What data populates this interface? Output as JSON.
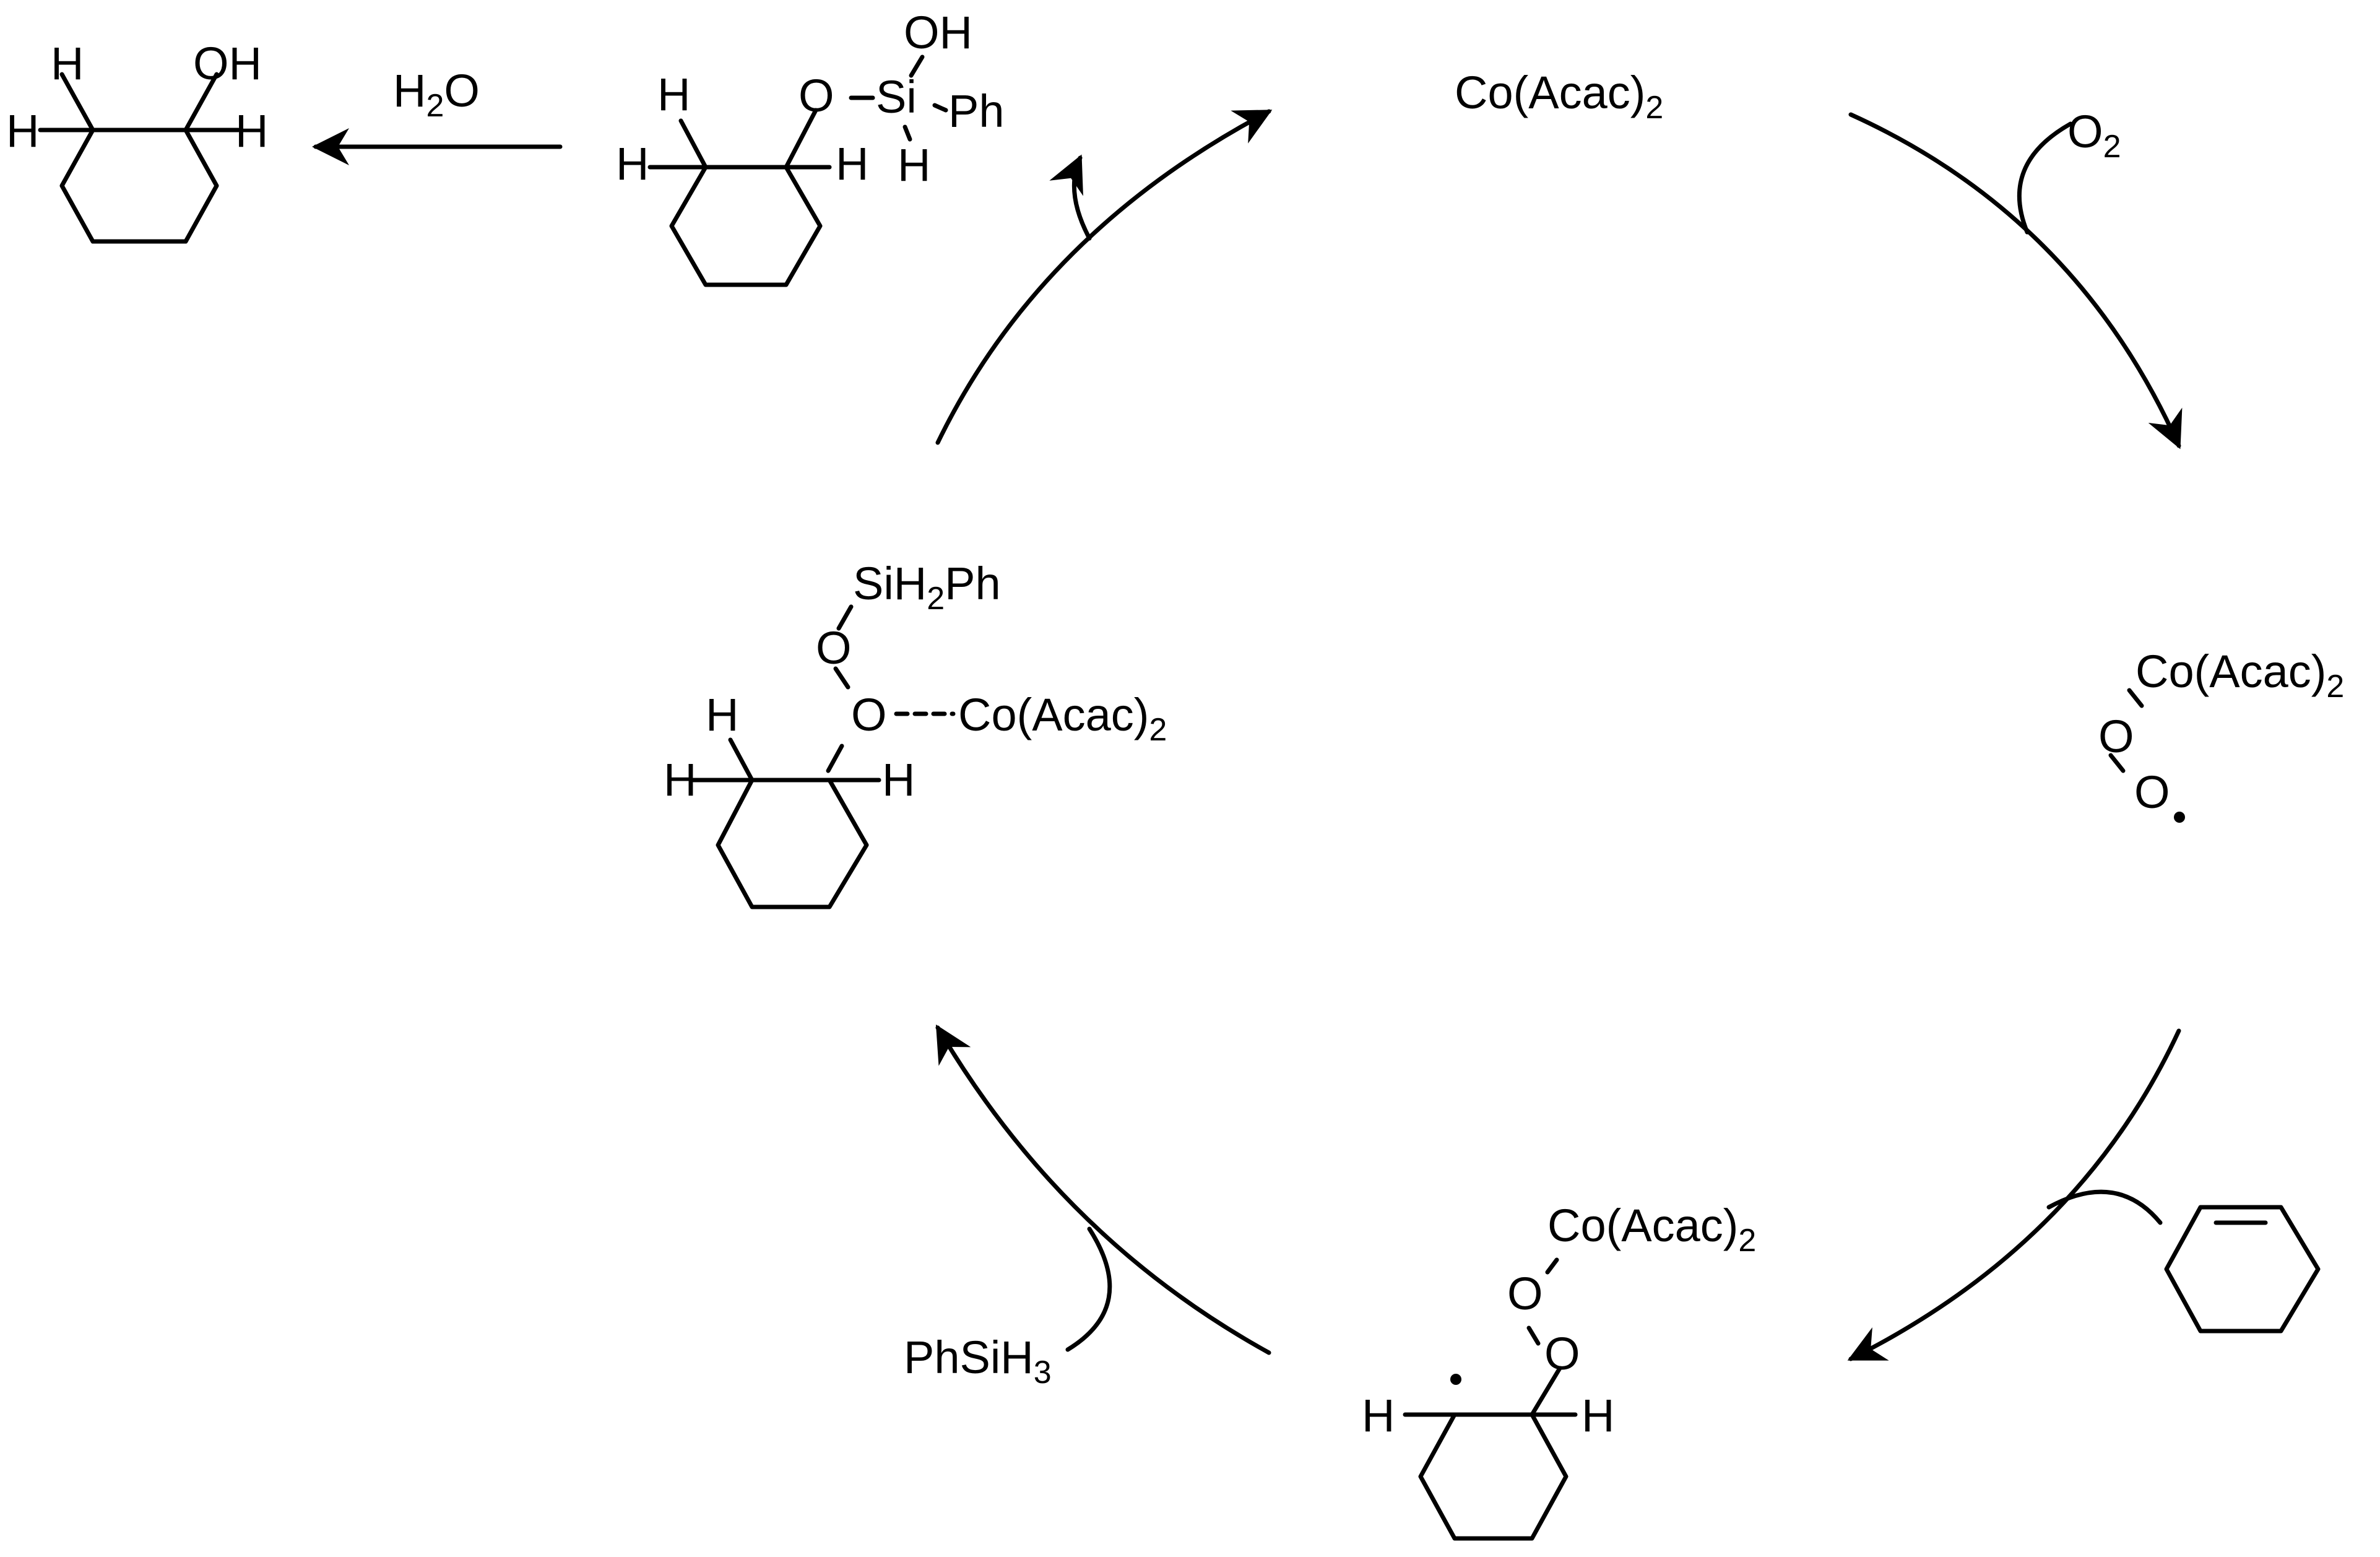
{
  "reagents": {
    "water": {
      "base": "H",
      "sub": "2",
      "tail": "O"
    },
    "oxygen": {
      "base": "O",
      "sub": "2"
    },
    "silane": {
      "base": "PhSiH",
      "sub": "3"
    }
  },
  "catalyst": {
    "base": "Co(Acac)",
    "sub": "2"
  },
  "atoms": {
    "H": "H",
    "O": "O",
    "OH": "OH",
    "Si": "Si",
    "Ph": "Ph"
  },
  "silyl_group": {
    "base": "SiH",
    "sub": "2",
    "tail": "Ph"
  },
  "colors": {
    "ink": "#000000",
    "background": "#ffffff"
  }
}
